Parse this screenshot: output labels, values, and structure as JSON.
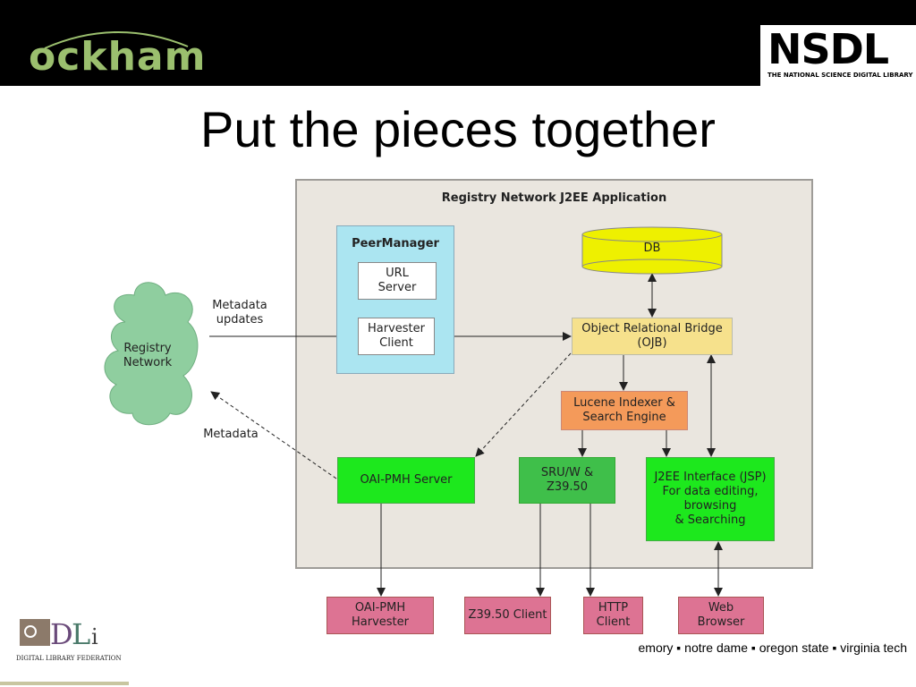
{
  "header": {
    "left_logo": "ockham",
    "right_logo": "NSDL",
    "right_logo_sub": "THE NATIONAL SCIENCE DIGITAL LIBRARY"
  },
  "slide": {
    "title": "Put the pieces together",
    "footer": "emory ▪ notre dame ▪ oregon state ▪ virginia tech",
    "bottom_logo": "DL",
    "bottom_logo_sub": "DIGITAL LIBRARY FEDERATION"
  },
  "diagram": {
    "app_title": "Registry Network J2EE Application",
    "cloud": [
      "Registry",
      "Network"
    ],
    "peer_manager": "PeerManager",
    "url_server": [
      "URL",
      "Server"
    ],
    "harvester_client": [
      "Harvester",
      "Client"
    ],
    "db": "DB",
    "ojb": [
      "Object Relational Bridge",
      "(OJB)"
    ],
    "lucene": [
      "Lucene Indexer &",
      "Search Engine"
    ],
    "oai_server": "OAI-PMH Server",
    "sru": [
      "SRU/W &",
      "Z39.50"
    ],
    "j2ee": [
      "J2EE Interface (JSP)",
      "For data editing,",
      "browsing",
      "& Searching"
    ],
    "metadata_updates": [
      "Metadata",
      "updates"
    ],
    "metadata": "Metadata",
    "clients": {
      "oai_harvester": [
        "OAI-PMH",
        "Harvester"
      ],
      "z3950_client": "Z39.50 Client",
      "http_client": [
        "HTTP",
        "Client"
      ],
      "web_browser": [
        "Web",
        "Browser"
      ]
    }
  },
  "colors": {
    "frame_bg": "#eae6df",
    "cloud": "#8fce9f",
    "peer_bg": "#abe5f1",
    "db": "#eef000",
    "ojb": "#f6e18c",
    "lucene": "#f49a5a",
    "green_bright": "#1de81d",
    "green_dark": "#3fbf4a",
    "client_pink": "#dd7393"
  }
}
